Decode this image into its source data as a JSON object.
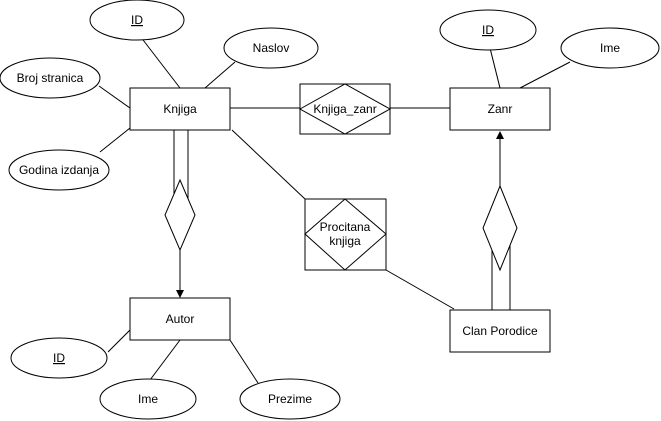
{
  "entities": {
    "knjiga": "Knjiga",
    "zanr": "Zanr",
    "autor": "Autor",
    "clan": "Clan Porodice"
  },
  "relationships": {
    "knjiga_zanr": "Knjiga_zanr",
    "procitana_1": "Procitana",
    "procitana_2": "knjiga"
  },
  "attributes": {
    "knjiga_id": "ID",
    "knjiga_naslov": "Naslov",
    "knjiga_broj_stranica": "Broj stranica",
    "knjiga_godina_izdanja": "Godina izdanja",
    "zanr_id": "ID",
    "zanr_ime": "Ime",
    "autor_id": "ID",
    "autor_ime": "Ime",
    "autor_prezime": "Prezime"
  }
}
